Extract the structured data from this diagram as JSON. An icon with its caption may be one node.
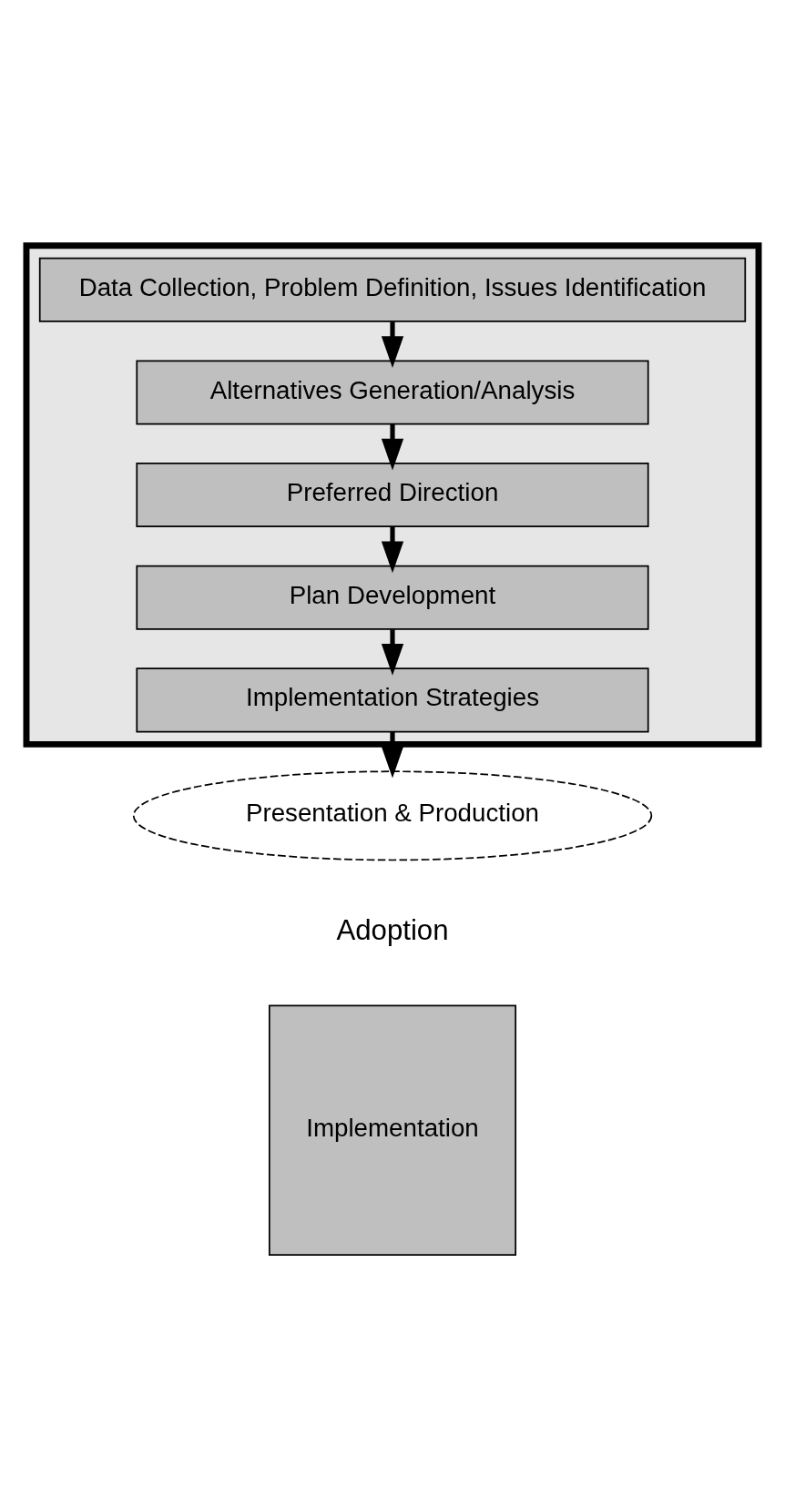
{
  "diagram": {
    "nodes": [
      {
        "text": [],
        "shape": "funnel"
      },
      {
        "text": [
          "Data Collection, Problem Definition, Issues Identification"
        ],
        "in": 0
      },
      {
        "text": [
          "Alternatives Generation/Analysis"
        ],
        "in": 0
      },
      {
        "text": [
          "Preferred Direction"
        ],
        "in": 0
      },
      {
        "text": [
          "Plan Development"
        ],
        "in": 0
      },
      {
        "text": [
          "Implementation Strategies"
        ],
        "in": 0
      },
      {
        "text": [
          "Presentation & Production"
        ]
      },
      {
        "text": [
          "Implementation"
        ]
      }
    ],
    "edges": [
      {
        "from": 1,
        "to": 2,
        "arrow": "to"
      },
      {
        "from": 2,
        "to": 3,
        "arrow": "to"
      },
      {
        "from": 3,
        "to": 4,
        "arrow": "to"
      },
      {
        "from": 4,
        "to": 5,
        "arrow": "to"
      },
      {
        "from": 5,
        "to": 6,
        "arrow": "to"
      }
    ],
    "labels": [
      "Adoption"
    ]
  }
}
